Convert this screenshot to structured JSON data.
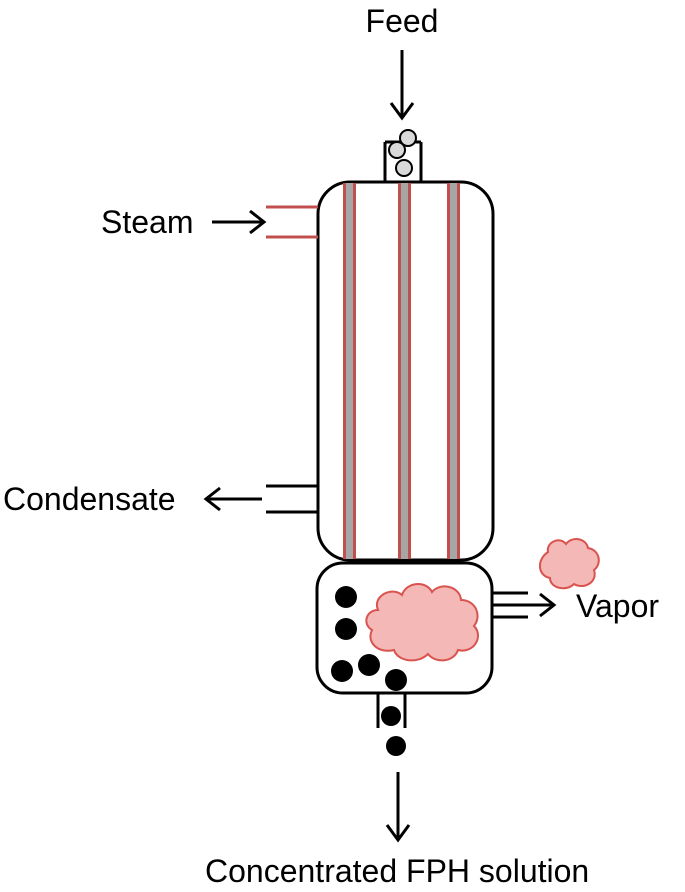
{
  "labels": {
    "feed": "Feed",
    "steam": "Steam",
    "condensate": "Condensate",
    "vapor": "Vapor",
    "product": "Concentrated FPH solution"
  },
  "colors": {
    "outline": "#000000",
    "tube_wall": "#c0504d",
    "tube_core": "#a6a6a6",
    "steam_pipe": "#c0504d",
    "vapor_fill": "#f4b8b6",
    "vapor_stroke": "#d9534f",
    "feed_droplet_fill": "#d9d9d9",
    "product_droplet_fill": "#000000",
    "background": "#ffffff"
  },
  "icons": {
    "feed_droplets": "light-grey-circles",
    "product_droplets": "black-circles",
    "vapor": "pink-cloud"
  }
}
